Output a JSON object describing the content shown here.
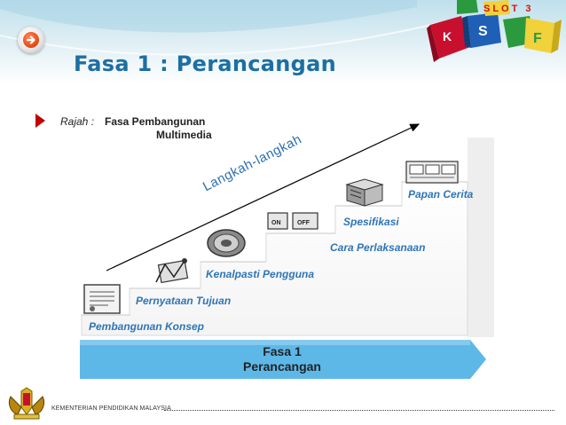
{
  "slide": {
    "title": "Fasa 1 : Perancangan",
    "slot_label": "SLOT 3",
    "caption": {
      "prefix": "Rajah :",
      "line1": "Fasa Pembangunan",
      "line2": "Multimedia"
    },
    "diagonal_label": "Langkah-langkah",
    "steps": [
      {
        "label": "Pembangunan Konsep",
        "icon": "document-icon"
      },
      {
        "label": "Pernyataan Tujuan",
        "icon": "sketch-icon"
      },
      {
        "label": "Kenalpasti Pengguna",
        "icon": "gear-disc-icon"
      },
      {
        "label": "Cara Perlaksanaan",
        "icon": "switch-icon"
      },
      {
        "label": "Spesifikasi",
        "icon": "server-icon"
      },
      {
        "label": "Papan Cerita",
        "icon": "storyboard-icon"
      }
    ],
    "banner": {
      "line1": "Fasa 1",
      "line2": "Perancangan"
    },
    "footer": "KEMENTERIAN PENDIDIKAN MALAYSIA"
  },
  "colors": {
    "title": "#1d6fa3",
    "step_text": "#2e75b6",
    "banner": "#5db8e8",
    "bullet": "#c00000",
    "slot": "#d01515"
  }
}
